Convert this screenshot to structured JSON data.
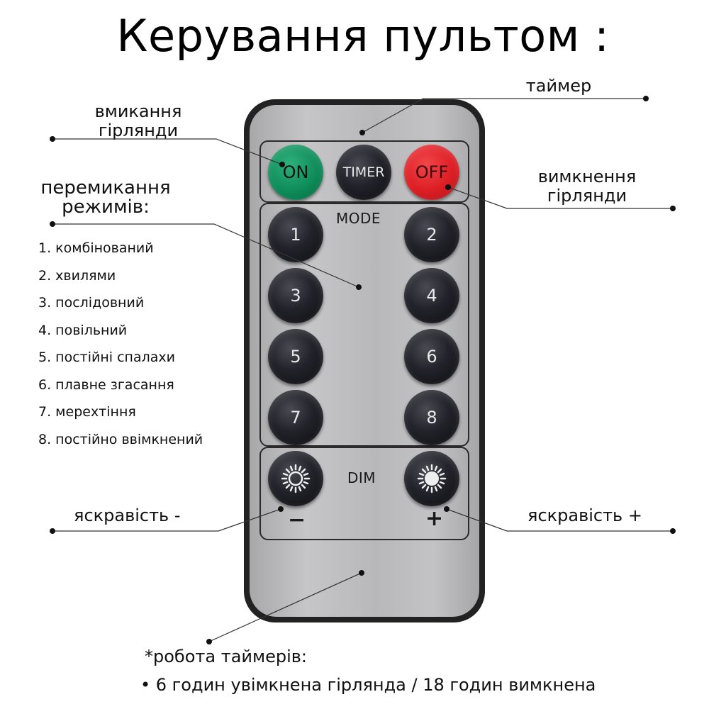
{
  "title": "Керування пультом :",
  "labels": {
    "power_on": [
      "вмикання",
      "гірлянди"
    ],
    "timer": "таймер",
    "power_off": [
      "вимкнення",
      "гірлянди"
    ],
    "modes_heading": [
      "перемикання",
      "режимів:"
    ],
    "brightness_minus": "яскравість -",
    "brightness_plus": "яскравість +"
  },
  "modes": [
    "1. комбінований",
    "2. хвилями",
    "3. послідовний",
    "4. повільний",
    "5. постійні спалахи",
    "6. плавне згасання",
    "7. мерехтіння",
    "8. постійно ввімкнений"
  ],
  "remote": {
    "top_buttons": {
      "on": "ON",
      "timer": "TIMER",
      "off": "OFF"
    },
    "mode_label": "MODE",
    "mode_buttons": [
      "1",
      "2",
      "3",
      "4",
      "5",
      "6",
      "7",
      "8"
    ],
    "dim_label": "DIM",
    "minus_sign": "−",
    "plus_sign": "+",
    "colors": {
      "on": "#0e8c5a",
      "off": "#dc1e24",
      "body": "#222222",
      "face": "#bdbdbf"
    }
  },
  "footer": {
    "heading": "*робота таймерів:",
    "note": "• 6 годин увімкнена гірлянда / 18 годин вимкнена"
  }
}
